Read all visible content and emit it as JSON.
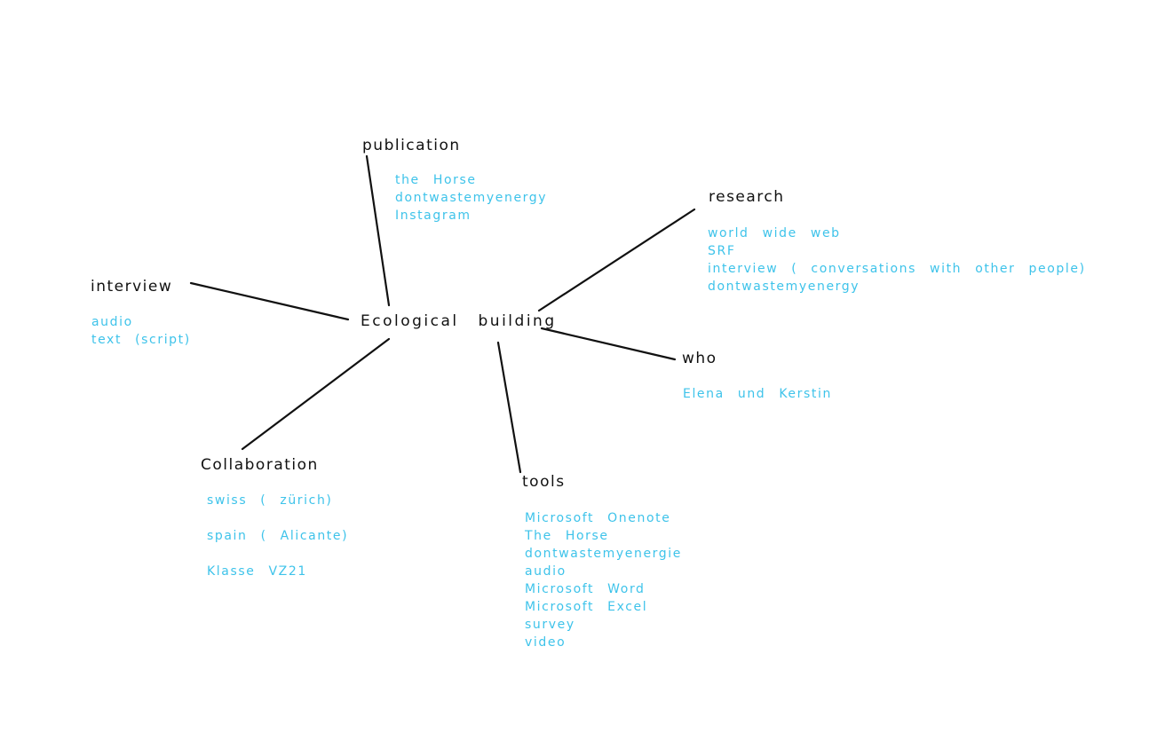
{
  "colors": {
    "ink": "#111111",
    "accent": "#3ec3ea"
  },
  "center": {
    "label": "Ecological building"
  },
  "branches": {
    "publication": {
      "label": "publication",
      "items": [
        "the Horse",
        "dontwastemyenergy",
        "Instagram"
      ]
    },
    "research": {
      "label": "research",
      "items": [
        "world wide web",
        "SRF",
        "interview ( conversations with other people)",
        "dontwastemyenergy"
      ]
    },
    "interview": {
      "label": "interview",
      "items": [
        "audio",
        "text (script)"
      ]
    },
    "who": {
      "label": "who",
      "items": [
        "Elena und Kerstin"
      ]
    },
    "collaboration": {
      "label": "Collaboration",
      "items": [
        "swiss ( zürich)",
        "spain ( Alicante)",
        "Klasse VZ21"
      ]
    },
    "tools": {
      "label": "tools",
      "items": [
        "Microsoft Onenote",
        "The Horse",
        "dontwastemyenergie",
        "audio",
        "Microsoft Word",
        "Microsoft Excel",
        "survey",
        "video"
      ]
    }
  }
}
